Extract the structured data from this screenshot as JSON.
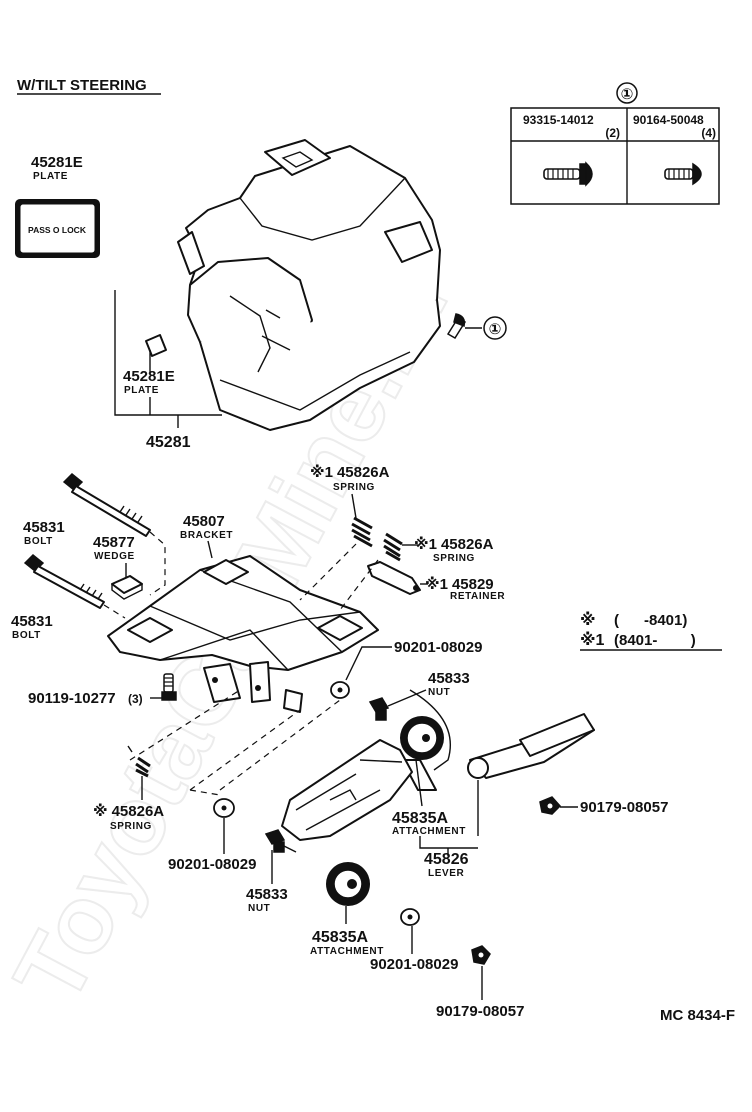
{
  "title": "W/TILT STEERING",
  "watermark": "ToyotaCarMine.ru",
  "diagram_code": "MC 8434-F",
  "table": {
    "circle_marker": "①",
    "columns": [
      {
        "part_number": "93315-14012",
        "qty": "(2)"
      },
      {
        "part_number": "90164-50048",
        "qty": "(4)"
      }
    ]
  },
  "callout_marker": "①",
  "notes": {
    "note1": {
      "mark": "※",
      "text": "(      -8401)"
    },
    "note2": {
      "mark": "※1",
      "text": "(8401-        )"
    }
  },
  "labels": {
    "plate_top": {
      "num": "45281E",
      "name": "PLATE",
      "sticker": "PASS O LOCK"
    },
    "plate_cover": {
      "num": "45281E",
      "name": "PLATE"
    },
    "cover": {
      "num": "45281"
    },
    "spring_a1": {
      "mark": "※1",
      "num": "45826A",
      "name": "SPRING"
    },
    "spring_a2": {
      "mark": "※1",
      "num": "45826A",
      "name": "SPRING"
    },
    "retainer": {
      "mark": "※1",
      "num": "45829",
      "name": "RETAINER"
    },
    "bolt_top": {
      "num": "45831",
      "name": "BOLT"
    },
    "bolt_bottom": {
      "num": "45831",
      "name": "BOLT"
    },
    "wedge": {
      "num": "45877",
      "name": "WEDGE"
    },
    "bracket": {
      "num": "45807",
      "name": "BRACKET"
    },
    "washer_top": {
      "num": "90201-08029"
    },
    "bolt_3": {
      "num": "90119-10277",
      "qty": "(3)"
    },
    "nut_top": {
      "num": "45833",
      "name": "NUT"
    },
    "attach_top": {
      "num": "45835A",
      "name": "ATTACHMENT"
    },
    "lever": {
      "num": "45826",
      "name": "LEVER"
    },
    "nut_lever": {
      "num": "90179-08057"
    },
    "spring_b": {
      "mark": "※",
      "num": "45826A",
      "name": "SPRING"
    },
    "washer_mid": {
      "num": "90201-08029"
    },
    "nut_bottom": {
      "num": "45833",
      "name": "NUT"
    },
    "attach_bottom": {
      "num": "45835A",
      "name": "ATTACHMENT"
    },
    "washer_bottom": {
      "num": "90201-08029"
    },
    "nut_end": {
      "num": "90179-08057"
    }
  }
}
